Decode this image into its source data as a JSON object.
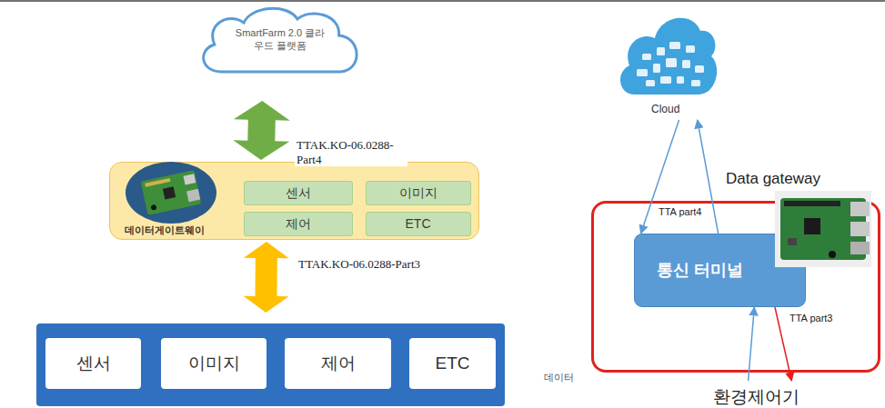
{
  "diagram": {
    "nodes": [
      {
        "text": [
          "SmartFarm 2.0 클라우드 플랫폼"
        ]
      },
      {
        "text": [
          "데이터게이트웨이"
        ]
      },
      {
        "text": [
          "센서"
        ],
        "in": 1
      },
      {
        "text": [
          "이미지"
        ],
        "in": 1
      },
      {
        "text": [
          "제어"
        ],
        "in": 1
      },
      {
        "text": [
          "ETC"
        ],
        "in": 1
      },
      {
        "text": [
          "데이터"
        ]
      },
      {
        "text": [
          "센서"
        ],
        "in": 6
      },
      {
        "text": [
          "이미지"
        ],
        "in": 6
      },
      {
        "text": [
          "제어"
        ],
        "in": 6
      },
      {
        "text": [
          "ETC"
        ],
        "in": 6
      },
      {
        "text": [
          "Cloud"
        ]
      },
      {
        "text": [
          "Data gateway"
        ]
      },
      {
        "text": [
          "통신 터미널"
        ],
        "in": 12
      },
      {
        "text": [
          "환경제어기"
        ]
      }
    ],
    "edges": [
      {
        "from": 0,
        "to": 1,
        "arrow": "both",
        "label": "TTAK.KO-06.0288- Part4"
      },
      {
        "from": 1,
        "to": 6,
        "arrow": "both",
        "label": "TTAK.KO-06.0288-Part3"
      },
      {
        "from": 11,
        "to": 13,
        "arrow": "to",
        "label": "TTA part4"
      },
      {
        "from": 13,
        "to": 11,
        "arrow": "to"
      },
      {
        "from": 14,
        "to": 13,
        "arrow": "to",
        "label": "TTA part3"
      },
      {
        "from": 13,
        "to": 14,
        "arrow": "to"
      }
    ]
  }
}
